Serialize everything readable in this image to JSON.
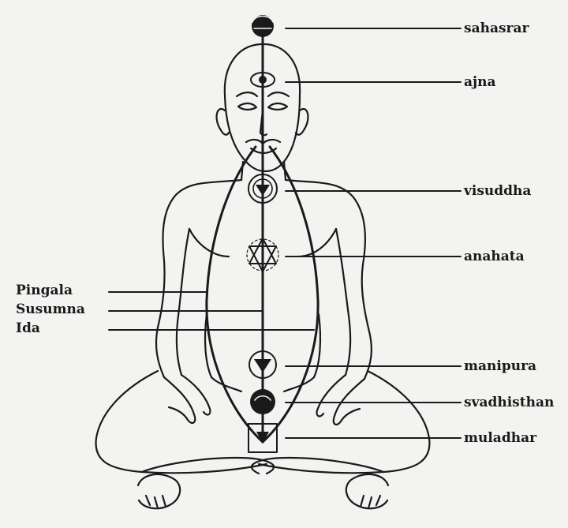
{
  "chakras": {
    "sahasrar": "sahasrar",
    "ajna": "ajna",
    "visuddha": "visuddha",
    "anahata": "anahata",
    "manipura": "manipura",
    "svadhisthan": "svadhisthan",
    "muladhar": "muladhar"
  },
  "nadis": {
    "pingala": "Pingala",
    "susumna": "Susumna",
    "ida": "Ida"
  },
  "colors": {
    "ink": "#1a1a1a",
    "paper": "#f3f3f1"
  }
}
